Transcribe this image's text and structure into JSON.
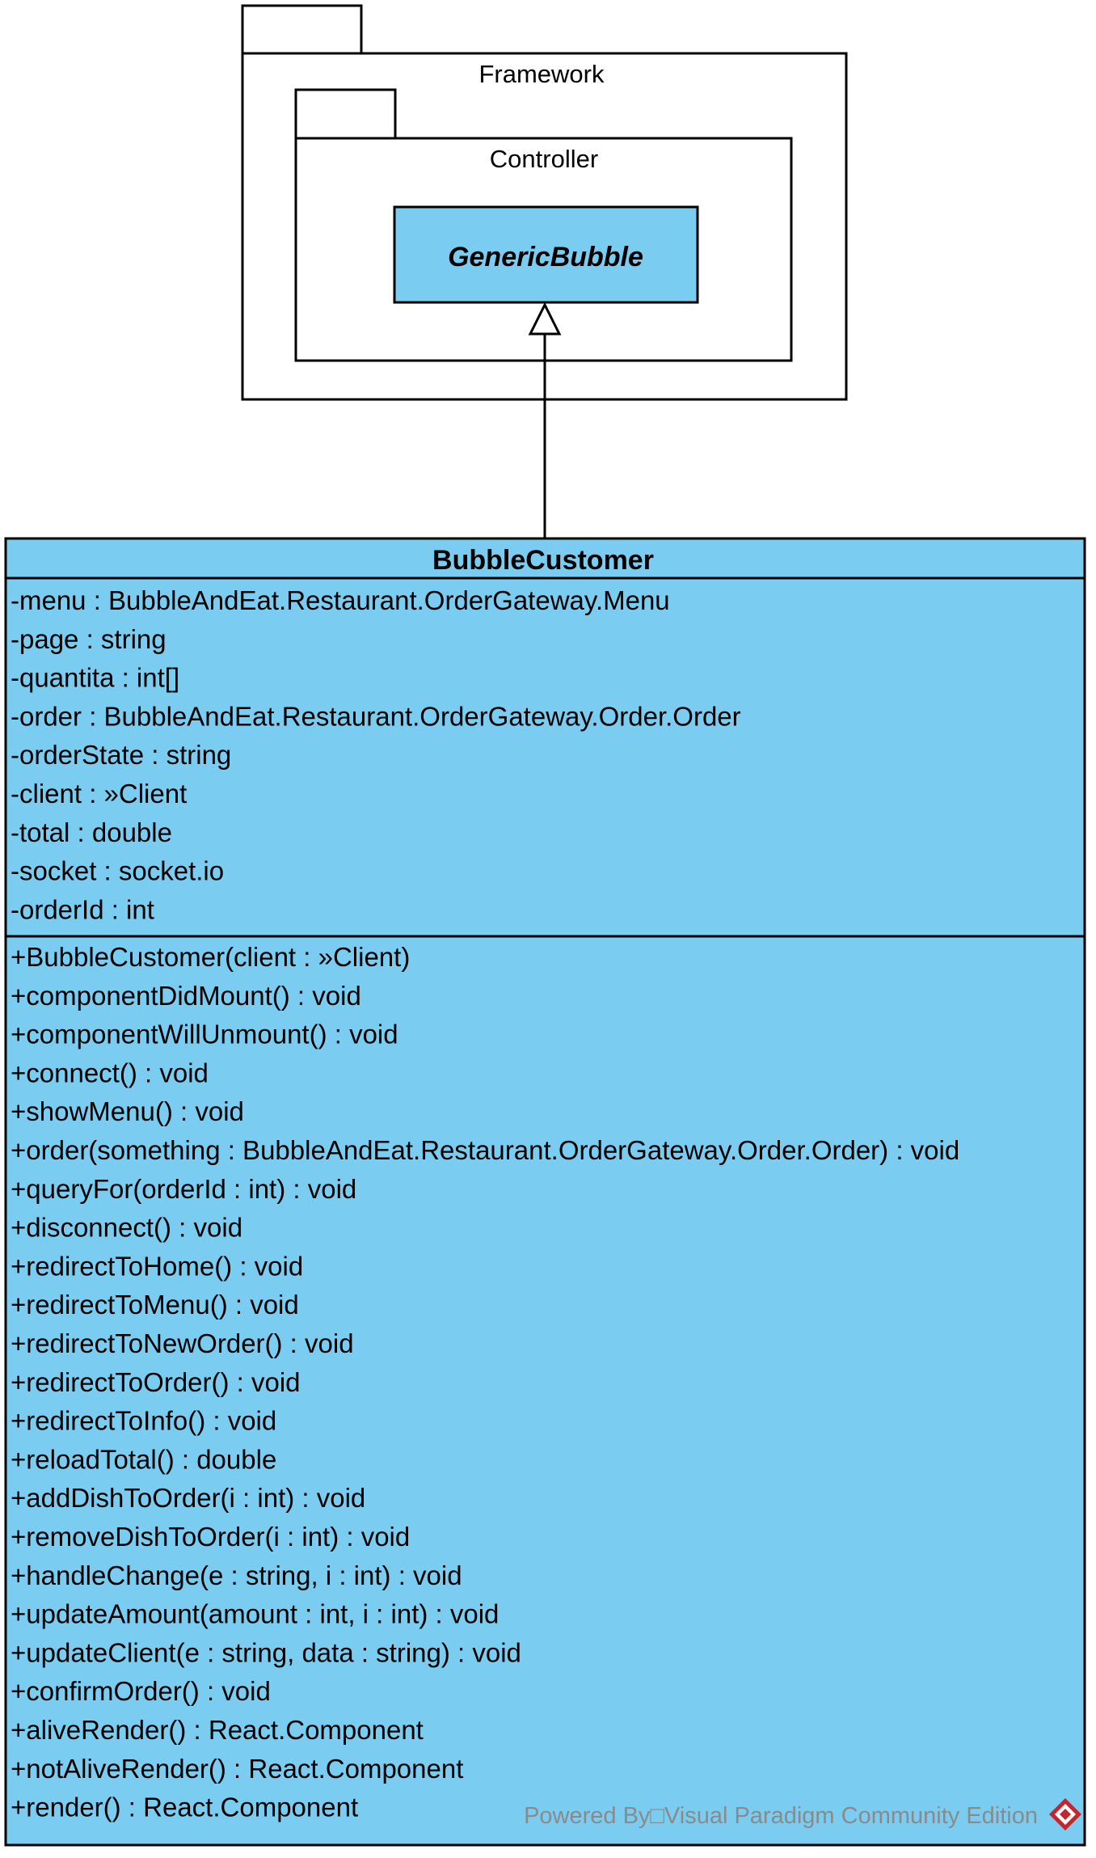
{
  "colors": {
    "class_fill": "#7acdf1",
    "stroke": "#000000",
    "package_fill": "#ffffff",
    "watermark_text": "#8a8a8a",
    "logo_red": "#c4262e"
  },
  "packages": {
    "outer": {
      "name": "Framework"
    },
    "inner": {
      "name": "Controller"
    }
  },
  "abstract_class": {
    "name": "GenericBubble"
  },
  "class": {
    "name": "BubbleCustomer",
    "attributes": [
      "-menu : BubbleAndEat.Restaurant.OrderGateway.Menu",
      "-page : string",
      "-quantita : int[]",
      "-order : BubbleAndEat.Restaurant.OrderGateway.Order.Order",
      "-orderState : string",
      "-client : »Client",
      "-total : double",
      "-socket : socket.io",
      "-orderId : int"
    ],
    "operations": [
      "+BubbleCustomer(client : »Client)",
      "+componentDidMount() : void",
      "+componentWillUnmount() : void",
      "+connect() : void",
      "+showMenu() : void",
      "+order(something : BubbleAndEat.Restaurant.OrderGateway.Order.Order) : void",
      "+queryFor(orderId : int) : void",
      "+disconnect() : void",
      "+redirectToHome() : void",
      "+redirectToMenu() : void",
      "+redirectToNewOrder() : void",
      "+redirectToOrder() : void",
      "+redirectToInfo() : void",
      "+reloadTotal() : double",
      "+addDishToOrder(i : int) : void",
      "+removeDishToOrder(i : int) : void",
      "+handleChange(e : string, i : int) : void",
      "+updateAmount(amount : int, i : int) : void",
      "+updateClient(e : string, data : string) : void",
      "+confirmOrder() : void",
      "+aliveRender() : React.Component",
      "+notAliveRender() : React.Component",
      "+render() : React.Component"
    ]
  },
  "relationship": {
    "type": "generalization"
  },
  "watermark": {
    "text": "Powered By□Visual Paradigm Community Edition",
    "logo": "visual-paradigm-logo"
  }
}
